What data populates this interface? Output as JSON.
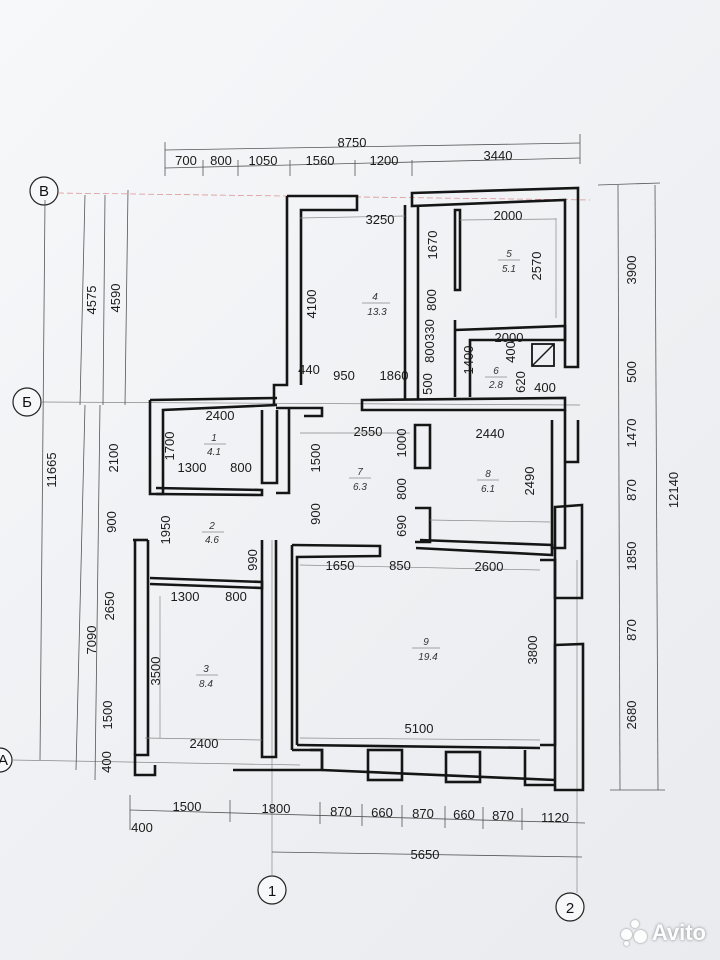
{
  "axes": {
    "v": "В",
    "b": "Б",
    "a": "А",
    "n1": "1",
    "n2": "2"
  },
  "top_dims": {
    "total": "8750",
    "segments": [
      "700",
      "800",
      "1050",
      "1560",
      "1200",
      "3440"
    ]
  },
  "bottom_dims": {
    "segments": [
      "1500",
      "1800",
      "870",
      "660",
      "870",
      "660",
      "870",
      "1120"
    ],
    "offset": "400",
    "total": "5650"
  },
  "left_dims": {
    "total": "11665",
    "upper": "4575",
    "lower": "7090",
    "inner_top": "4590",
    "chain": [
      "2100",
      "900",
      "2650",
      "1500",
      "400"
    ]
  },
  "right_dims": {
    "total": "12140",
    "chain": [
      "3900",
      "500",
      "1470",
      "870",
      "1850",
      "870",
      "2680"
    ]
  },
  "rooms": [
    {
      "num": "1",
      "area": "4.1"
    },
    {
      "num": "2",
      "area": "4.6"
    },
    {
      "num": "3",
      "area": "8.4"
    },
    {
      "num": "4",
      "area": "13.3"
    },
    {
      "num": "5",
      "area": "5.1"
    },
    {
      "num": "6",
      "area": "2.8"
    },
    {
      "num": "7",
      "area": "6.3"
    },
    {
      "num": "8",
      "area": "6.1"
    },
    {
      "num": "9",
      "area": "19.4"
    }
  ],
  "inner_dims": {
    "r4_w": "3250",
    "r4_h": "4100",
    "r4_d1": "1670",
    "r4_d2": "800",
    "r4_d3": "330",
    "r4_b1": "440",
    "r4_b2": "950",
    "r4_b3": "1860",
    "r5_w": "2000",
    "r5_h": "2570",
    "r6_w": "2000",
    "r6_h1": "800",
    "r6_h2": "500",
    "r6_h3": "1400",
    "r6_h4": "400",
    "r6_h5": "620",
    "r6_b": "400",
    "r1_w": "2400",
    "r1_h": "1700",
    "r1_b1": "1300",
    "r1_b2": "800",
    "r7_w": "2550",
    "r7_h1": "1500",
    "r7_h2": "900",
    "r7_d1": "1000",
    "r7_d2": "800",
    "r7_d3": "690",
    "r8_w": "2440",
    "r8_h": "2490",
    "r2_h": "1950",
    "r2_d": "990",
    "r3_t1": "1300",
    "r3_t2": "800",
    "r3_h": "3500",
    "r3_w": "2400",
    "r9_t1": "1650",
    "r9_t2": "850",
    "r9_t3": "2600",
    "r9_h": "3800",
    "r9_w": "5100"
  },
  "watermark": {
    "text": "Avito",
    "icon": "avito-logo-icon"
  }
}
